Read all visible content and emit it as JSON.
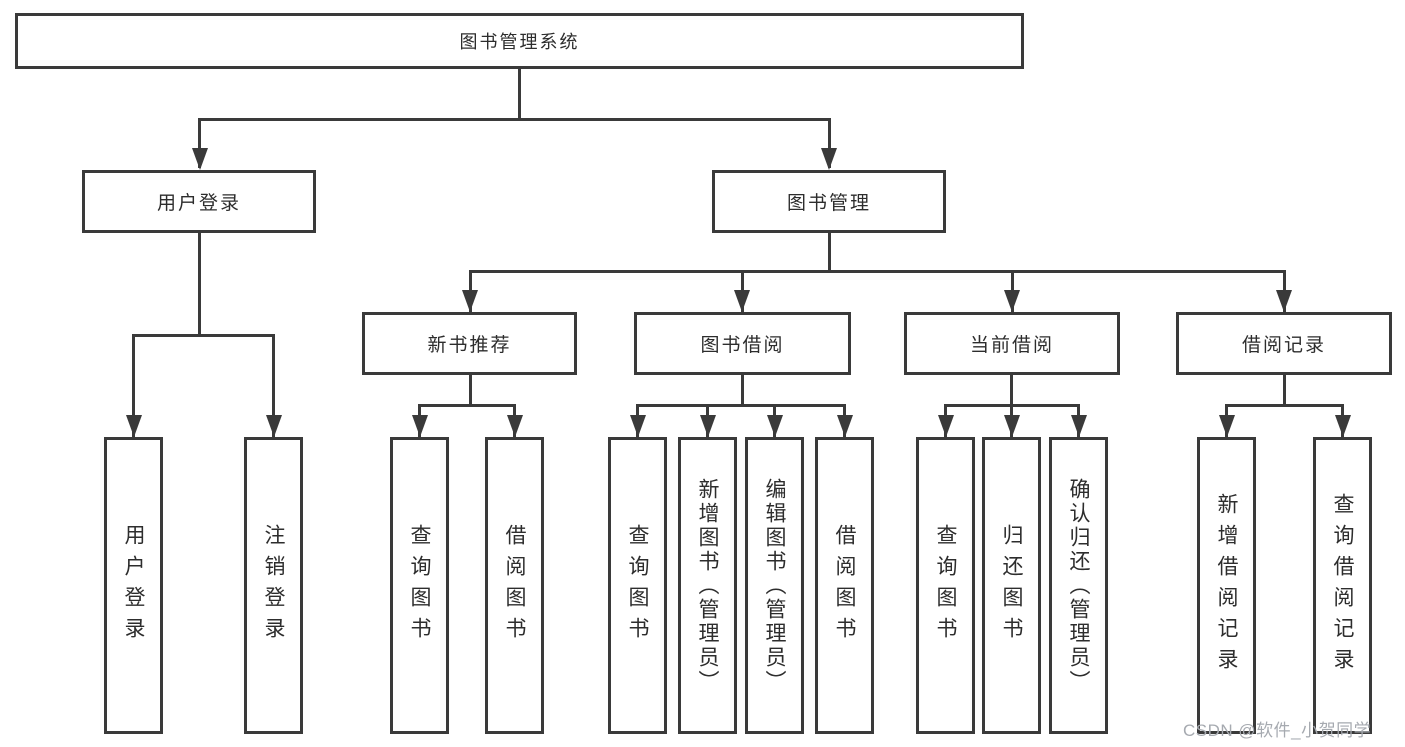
{
  "diagram": {
    "root": {
      "label": "图书管理系统"
    },
    "branches": [
      {
        "label": "用户登录",
        "children": [
          {
            "label": "用户登录"
          },
          {
            "label": "注销登录"
          }
        ]
      },
      {
        "label": "图书管理",
        "children": [
          {
            "label": "新书推荐",
            "children": [
              {
                "label": "查询图书"
              },
              {
                "label": "借阅图书"
              }
            ]
          },
          {
            "label": "图书借阅",
            "children": [
              {
                "label": "查询图书"
              },
              {
                "label": "新增图书（管理员）"
              },
              {
                "label": "编辑图书（管理员）"
              },
              {
                "label": "借阅图书"
              }
            ]
          },
          {
            "label": "当前借阅",
            "children": [
              {
                "label": "查询图书"
              },
              {
                "label": "归还图书"
              },
              {
                "label": "确认归还（管理员）"
              }
            ]
          },
          {
            "label": "借阅记录",
            "children": [
              {
                "label": "新增借阅记录"
              },
              {
                "label": "查询借阅记录"
              }
            ]
          }
        ]
      }
    ]
  },
  "watermark": {
    "text": "CSDN @软件_小贺同学"
  },
  "colors": {
    "line": "#3a3a3a",
    "text": "#2d2d2d",
    "watermark": "#a6aab0",
    "background": "#ffffff"
  }
}
